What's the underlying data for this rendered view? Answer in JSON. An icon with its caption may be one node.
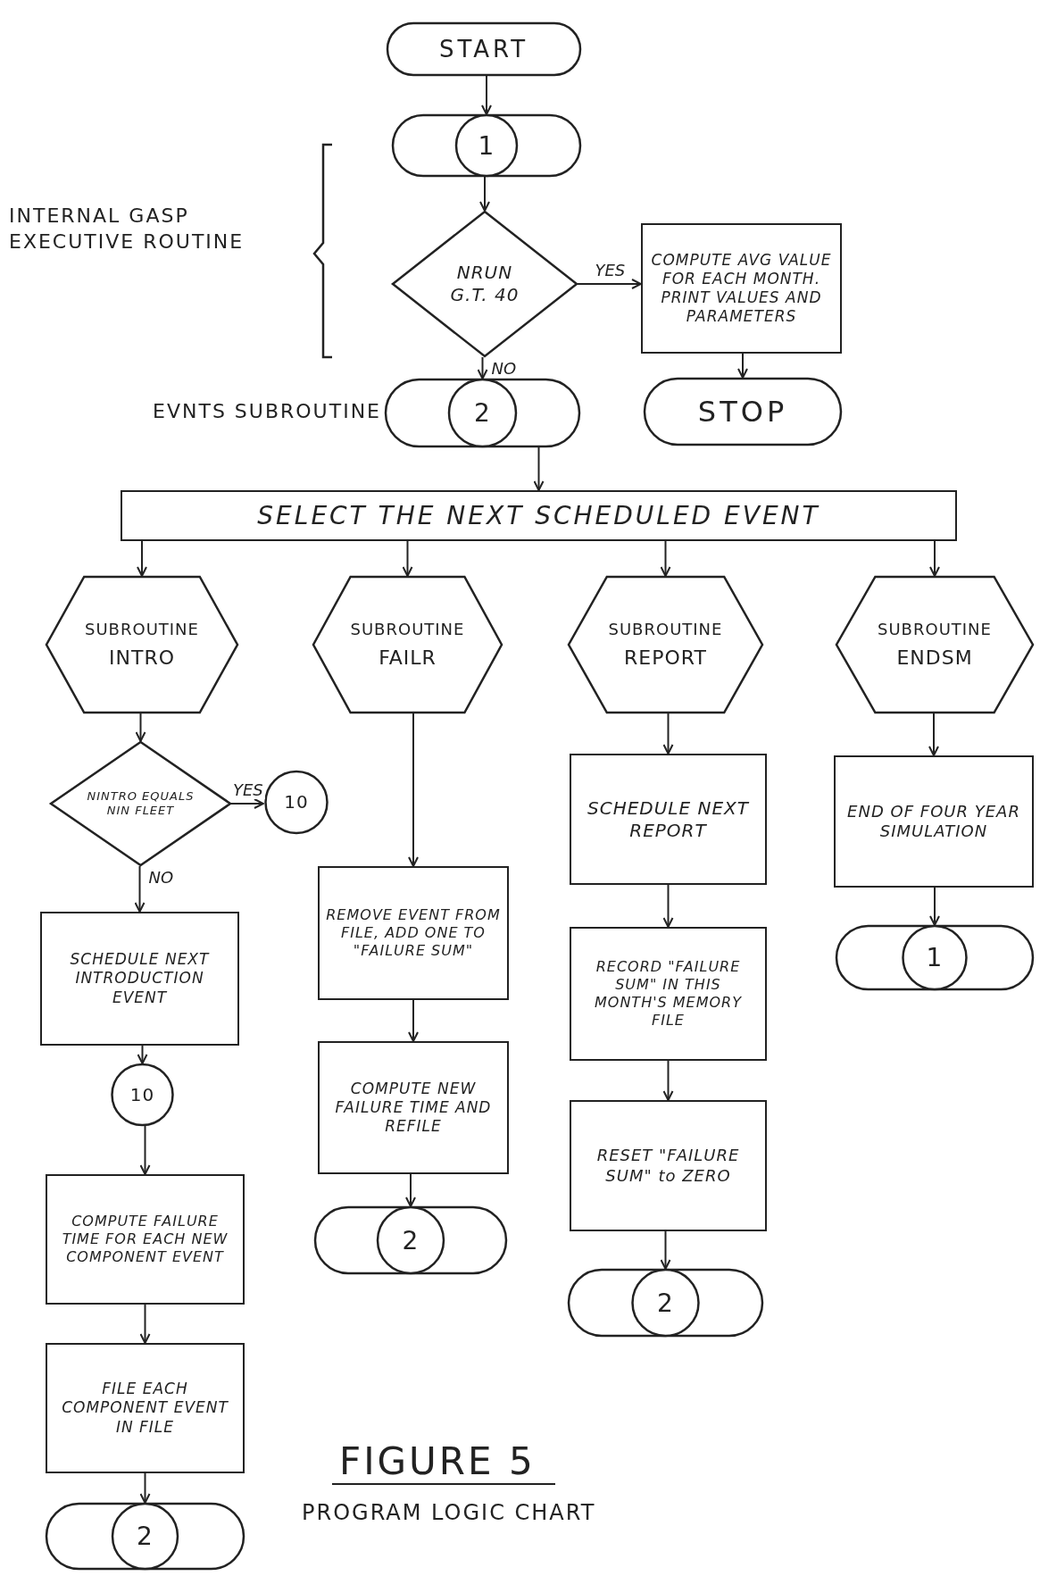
{
  "diagram": {
    "title": "FIGURE 5",
    "caption": "PROGRAM LOGIC CHART",
    "nodes": [
      {
        "text": [
          "START"
        ]
      },
      {
        "text": [
          "1"
        ]
      },
      {
        "text": [
          "NRUN G.T. 40"
        ]
      },
      {
        "text": [
          "COMPUTE AVG VALUE FOR EACH MONTH. PRINT VALUES AND PARAMETERS"
        ]
      },
      {
        "text": [
          "STOP"
        ]
      },
      {
        "text": [
          "2"
        ],
        "beside": [
          "EVNTS SUBROUTINE"
        ]
      },
      {
        "text": [
          "SELECT THE NEXT SCHEDULED EVENT"
        ]
      },
      {
        "text": [
          "SUBROUTINE",
          "INTRO"
        ]
      },
      {
        "text": [
          "SUBROUTINE",
          "FAILR"
        ]
      },
      {
        "text": [
          "SUBROUTINE",
          "REPORT"
        ]
      },
      {
        "text": [
          "SUBROUTINE",
          "ENDSM"
        ]
      },
      {
        "text": [
          "NINTRO EQUALS NIN FLEET"
        ]
      },
      {
        "text": [
          "10"
        ]
      },
      {
        "text": [
          "SCHEDULE NEXT INTRODUCTION EVENT"
        ]
      },
      {
        "text": [
          "10"
        ]
      },
      {
        "text": [
          "COMPUTE FAILURE TIME FOR EACH NEW COMPONENT EVENT"
        ]
      },
      {
        "text": [
          "FILE EACH COMPONENT EVENT IN FILE"
        ]
      },
      {
        "text": [
          "2"
        ]
      },
      {
        "text": [
          "REMOVE EVENT FROM FILE, ADD ONE TO \"FAILURE SUM\""
        ]
      },
      {
        "text": [
          "COMPUTE NEW FAILURE TIME AND REFILE"
        ]
      },
      {
        "text": [
          "2"
        ]
      },
      {
        "text": [
          "SCHEDULE NEXT REPORT"
        ]
      },
      {
        "text": [
          "RECORD \"FAILURE SUM\" IN THIS MONTH'S MEMORY FILE"
        ]
      },
      {
        "text": [
          "RESET \"FAILURE SUM\" to ZERO"
        ]
      },
      {
        "text": [
          "2"
        ]
      },
      {
        "text": [
          "END OF FOUR YEAR SIMULATION"
        ]
      },
      {
        "text": [
          "1"
        ]
      }
    ],
    "edges": [
      {
        "from": 0,
        "to": 1,
        "arrow": "to"
      },
      {
        "from": 1,
        "to": 2,
        "arrow": "to"
      },
      {
        "from": 2,
        "to": 3,
        "arrow": "to",
        "label": "YES"
      },
      {
        "from": 3,
        "to": 4,
        "arrow": "to"
      },
      {
        "from": 2,
        "to": 5,
        "arrow": "to",
        "label": "NO"
      },
      {
        "from": 5,
        "to": 6,
        "arrow": "to"
      },
      {
        "from": 6,
        "to": 7,
        "arrow": "to"
      },
      {
        "from": 6,
        "to": 8,
        "arrow": "to"
      },
      {
        "from": 6,
        "to": 9,
        "arrow": "to"
      },
      {
        "from": 6,
        "to": 10,
        "arrow": "to"
      },
      {
        "from": 7,
        "to": 11,
        "arrow": "to"
      },
      {
        "from": 11,
        "to": 12,
        "arrow": "to",
        "label": "YES"
      },
      {
        "from": 11,
        "to": 13,
        "arrow": "to",
        "label": "NO"
      },
      {
        "from": 13,
        "to": 14,
        "arrow": "to"
      },
      {
        "from": 14,
        "to": 15,
        "arrow": "to"
      },
      {
        "from": 15,
        "to": 16,
        "arrow": "to"
      },
      {
        "from": 16,
        "to": 17,
        "arrow": "to"
      },
      {
        "from": 8,
        "to": 18,
        "arrow": "to"
      },
      {
        "from": 18,
        "to": 19,
        "arrow": "to"
      },
      {
        "from": 19,
        "to": 20,
        "arrow": "to"
      },
      {
        "from": 9,
        "to": 21,
        "arrow": "to"
      },
      {
        "from": 21,
        "to": 22,
        "arrow": "to"
      },
      {
        "from": 22,
        "to": 23,
        "arrow": "to"
      },
      {
        "from": 23,
        "to": 24,
        "arrow": "to"
      },
      {
        "from": 10,
        "to": 25,
        "arrow": "to"
      },
      {
        "from": 25,
        "to": 26,
        "arrow": "to"
      }
    ],
    "labels": [
      "INTERNAL GASP EXECUTIVE ROUTINE"
    ]
  }
}
